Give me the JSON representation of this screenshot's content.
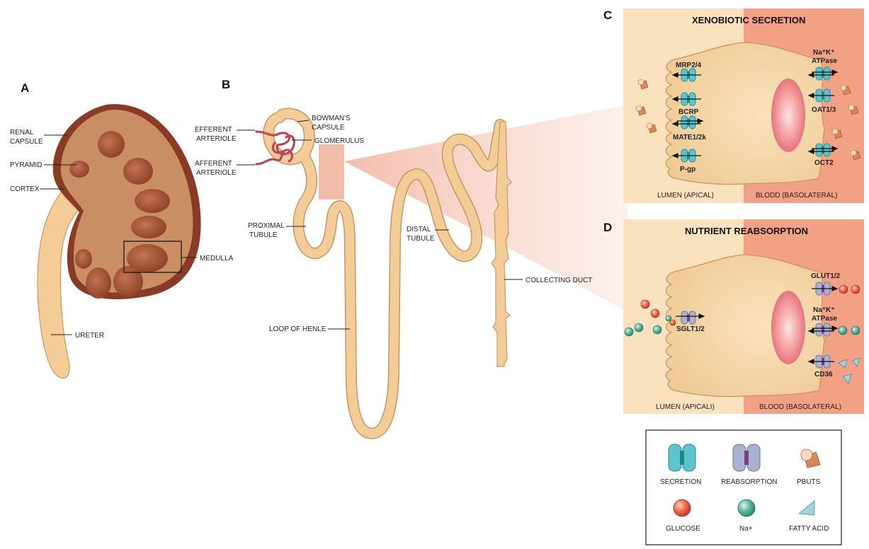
{
  "panels": {
    "a": "A",
    "b": "B",
    "c": "C",
    "d": "D"
  },
  "kidney": {
    "renal_capsule": [
      "RENAL",
      "CAPSULE"
    ],
    "pyramid": "PYRAMID",
    "cortex": "CORTEX",
    "medulla": "MEDULLA",
    "ureter": "URETER"
  },
  "nephron": {
    "efferent": [
      "EFFERENT",
      "ARTERIOLE"
    ],
    "afferent": [
      "AFFERENT",
      "ARTERIOLE"
    ],
    "bowmans": [
      "BOWMAN'S",
      "CAPSULE"
    ],
    "glomerulus": "GLOMERULUS",
    "proximal": [
      "PROXIMAL",
      "TUBULE"
    ],
    "distal": [
      "DISTAL",
      "TUBULE"
    ],
    "loop": "LOOP OF HENLE",
    "collecting": "COLLECTING DUCT"
  },
  "secretion": {
    "title": "XENOBIOTIC SECRETION",
    "mrp": "MRP2/4",
    "bcrp": "BCRP",
    "mate": "MATE1/2k",
    "pgp": "P-gp",
    "atpase": [
      "Na⁺K⁺",
      "ATPase"
    ],
    "oat": "OAT1/3",
    "oct": "OCT2",
    "lumen": "LUMEN (APICAL)",
    "blood": "BLODD (BASOLATERAL)"
  },
  "reabsorption": {
    "title": "NUTRIENT REABSORPTION",
    "sglt": "SGLT1/2",
    "glut": "GLUT1/2",
    "atpase": [
      "Na⁺K⁺",
      "ATPase"
    ],
    "cd36": "CD36",
    "lumen": "LUMEN (APICALI)",
    "blood": "BLOOD (BASOLATERAL)"
  },
  "legend": {
    "secretion": "SECRETION",
    "reabsorption": "REABSORPTION",
    "pbuts": "PBUTS",
    "glucose": "GLUCOSE",
    "na": "Na+",
    "fatty_acid": "FATTY ACID"
  },
  "colors": {
    "kidney_outer": "#8b3a26",
    "kidney_cortex": "#c98e62",
    "pyramid": "#a5553a",
    "tubule": "#f3cc98",
    "tubule_edge": "#c9975e",
    "lumen_bg": "#fbe2bf",
    "blood_bg": "#f3a184",
    "cell": "#f6d7a6",
    "nucleus": "#e9808a",
    "secretion_transporter": "#5cc4cf",
    "reabsorption_transporter": "#a9b2cf",
    "glucose": "#e2553e",
    "sodium": "#4aa88f",
    "fatty_acid": "#9fd4de",
    "pbuts": "#e1925a"
  }
}
